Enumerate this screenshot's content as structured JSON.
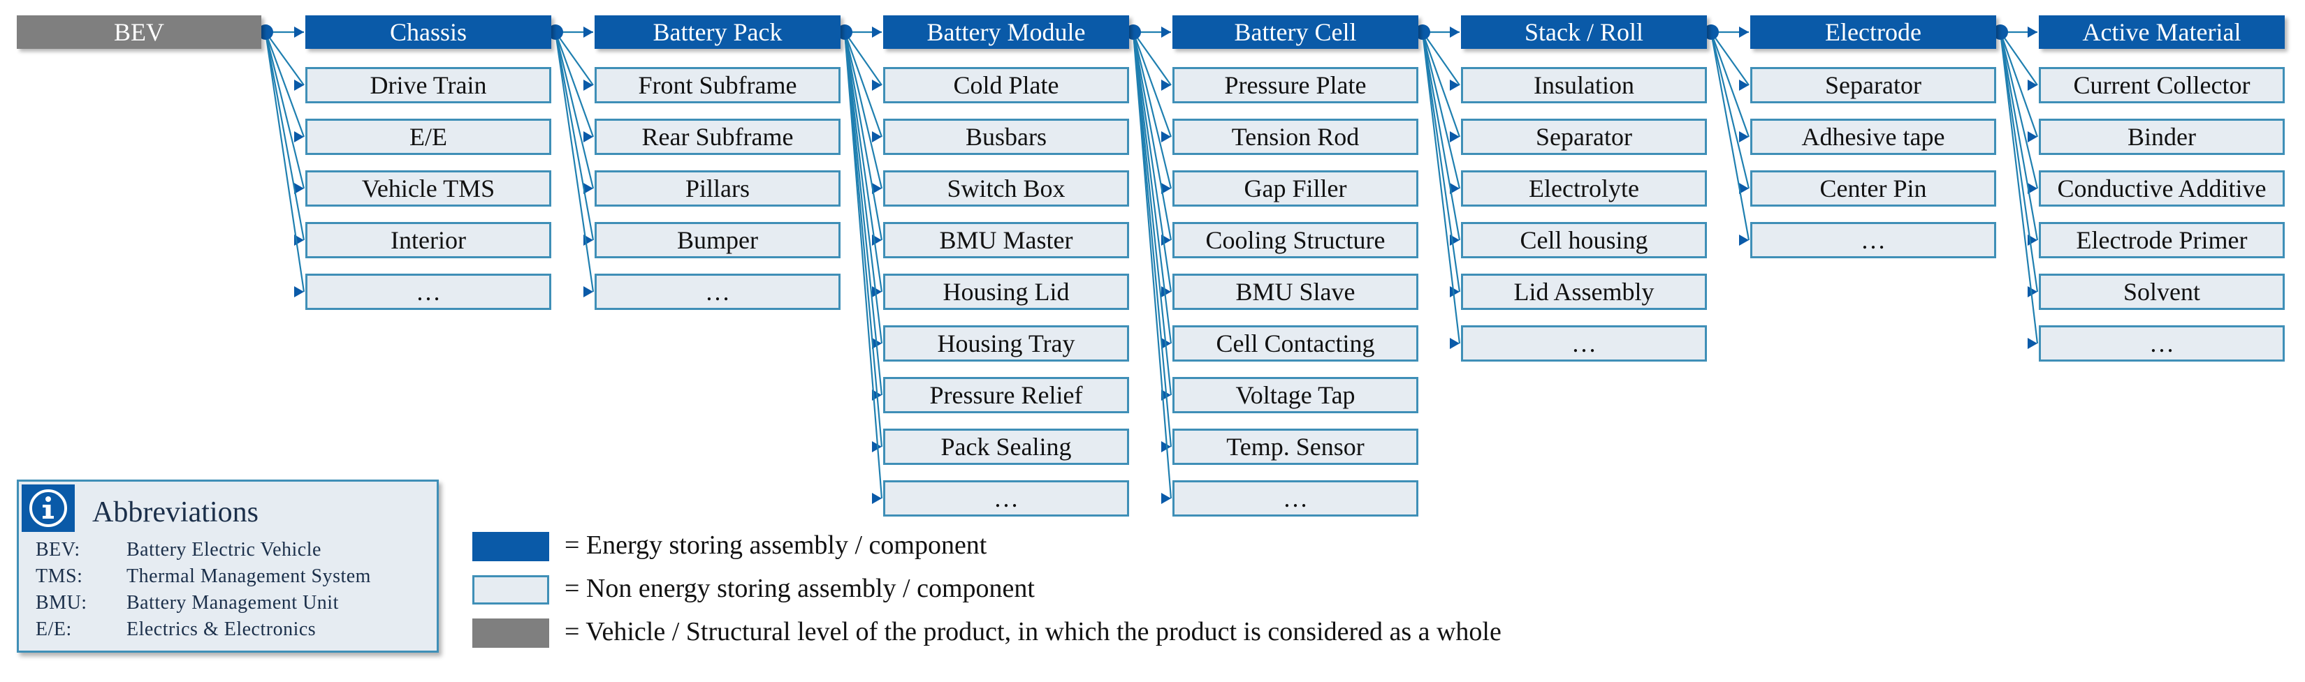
{
  "colors": {
    "energy": "#0a5aa8",
    "non_energy": "#e6ecf2",
    "non_energy_border": "#3f8fb7",
    "vehicle": "#7f7f7f",
    "connector": "#1f7fb0",
    "connector_dot": "#0a5aa8"
  },
  "root": {
    "label": "BEV"
  },
  "columns": [
    {
      "header": "Chassis",
      "items": [
        "Drive Train",
        "E/E",
        "Vehicle TMS",
        "Interior",
        "…"
      ]
    },
    {
      "header": "Battery Pack",
      "items": [
        "Front Subframe",
        "Rear Subframe",
        "Pillars",
        "Bumper",
        "…"
      ]
    },
    {
      "header": "Battery Module",
      "items": [
        "Cold Plate",
        "Busbars",
        "Switch Box",
        "BMU Master",
        "Housing Lid",
        "Housing Tray",
        "Pressure Relief",
        "Pack Sealing",
        "…"
      ]
    },
    {
      "header": "Battery Cell",
      "items": [
        "Pressure Plate",
        "Tension Rod",
        "Gap Filler",
        "Cooling Structure",
        "BMU Slave",
        "Cell Contacting",
        "Voltage Tap",
        "Temp. Sensor",
        "…"
      ]
    },
    {
      "header": "Stack / Roll",
      "items": [
        "Insulation",
        "Separator",
        "Electrolyte",
        "Cell housing",
        "Lid Assembly",
        "…"
      ]
    },
    {
      "header": "Electrode",
      "items": [
        "Separator",
        "Adhesive tape",
        "Center Pin",
        "…"
      ]
    },
    {
      "header": "Active Material",
      "items": [
        "Current Collector",
        "Binder",
        "Conductive Additive",
        "Electrode Primer",
        "Solvent",
        "…"
      ]
    }
  ],
  "abbreviations": {
    "icon": "info-icon",
    "title": "Abbreviations",
    "entries": [
      {
        "key": "BEV:",
        "value": "Battery Electric Vehicle"
      },
      {
        "key": "TMS:",
        "value": "Thermal Management System"
      },
      {
        "key": "BMU:",
        "value": "Battery Management Unit"
      },
      {
        "key": "E/E:",
        "value": "Electrics & Electronics"
      }
    ]
  },
  "legend": [
    {
      "kind": "energy",
      "text": "= Energy storing assembly / component"
    },
    {
      "kind": "non_energy",
      "text": "= Non energy storing assembly / component"
    },
    {
      "kind": "vehicle",
      "text": "= Vehicle / Structural level of the product, in which the product is considered as a whole"
    }
  ]
}
